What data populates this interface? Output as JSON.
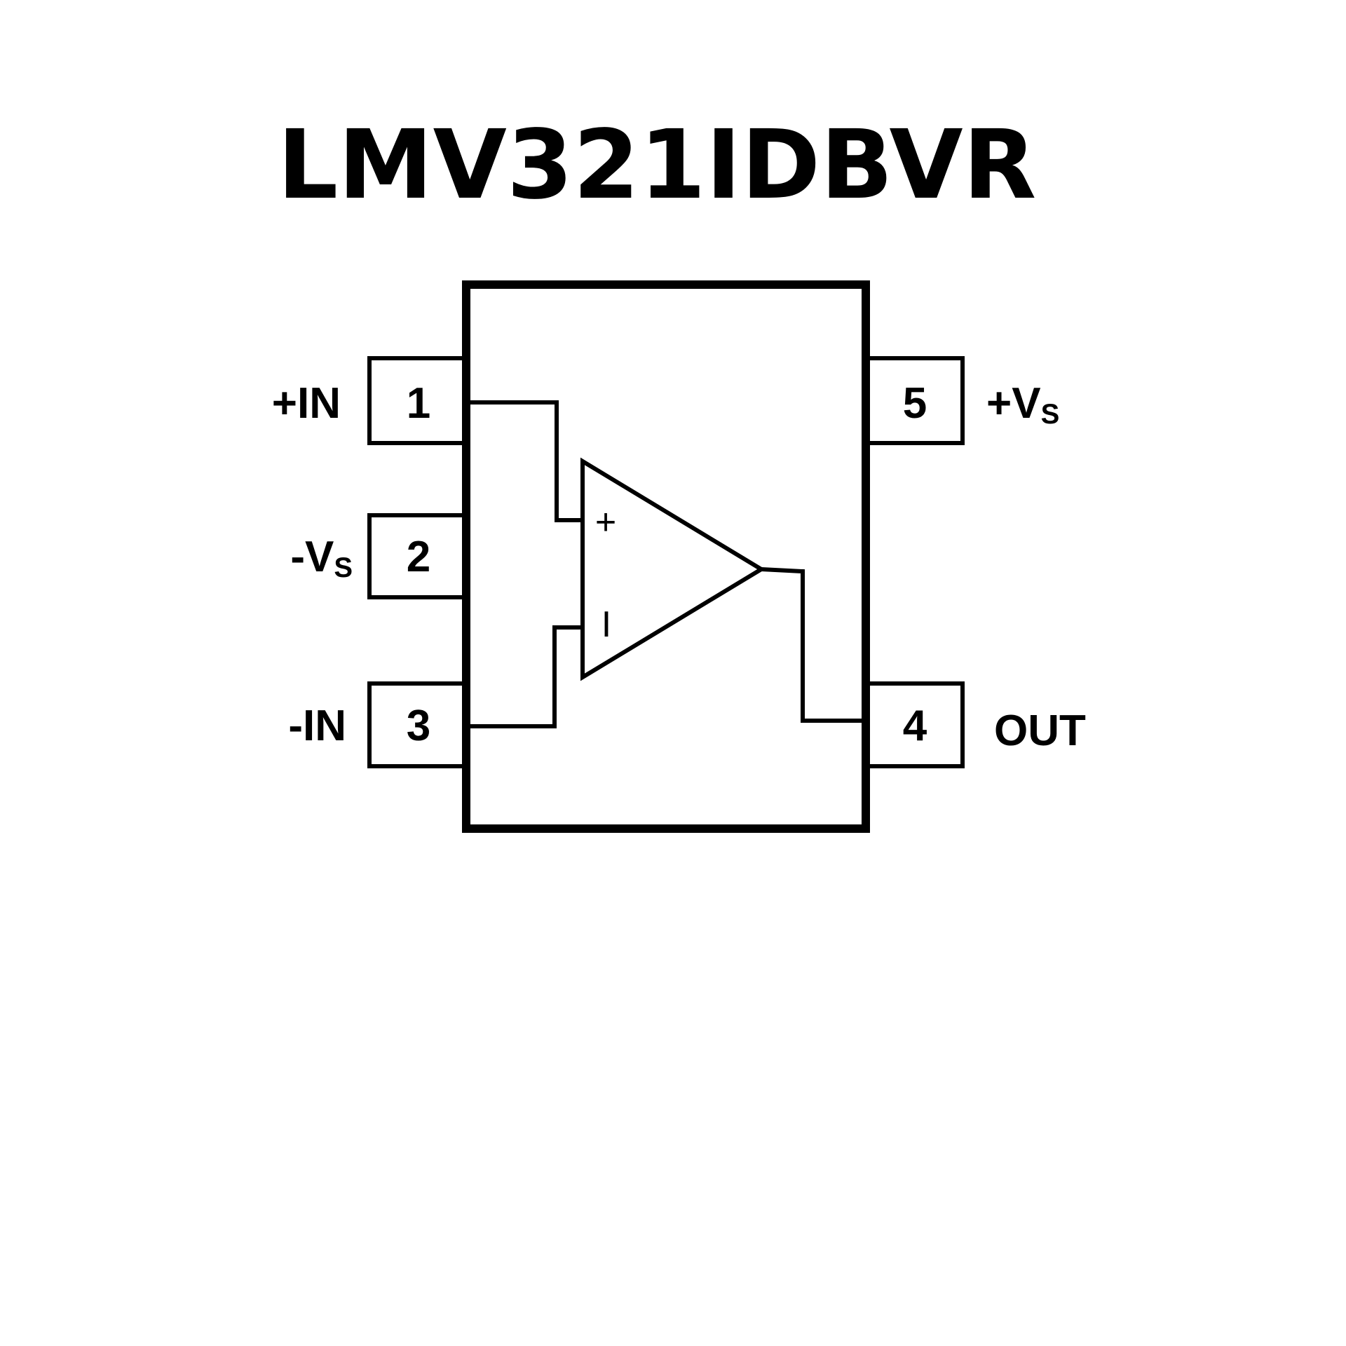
{
  "title": "LMV321IDBVR",
  "pins": [
    {
      "number": "1",
      "label": "+IN",
      "label_sub": ""
    },
    {
      "number": "2",
      "label": "-V",
      "label_sub": "S"
    },
    {
      "number": "3",
      "label": "-IN",
      "label_sub": ""
    },
    {
      "number": "4",
      "label": "OUT",
      "label_sub": ""
    },
    {
      "number": "5",
      "label": "+V",
      "label_sub": "S"
    }
  ],
  "opamp": {
    "plus_sign": "+",
    "minus_sign": "I"
  }
}
